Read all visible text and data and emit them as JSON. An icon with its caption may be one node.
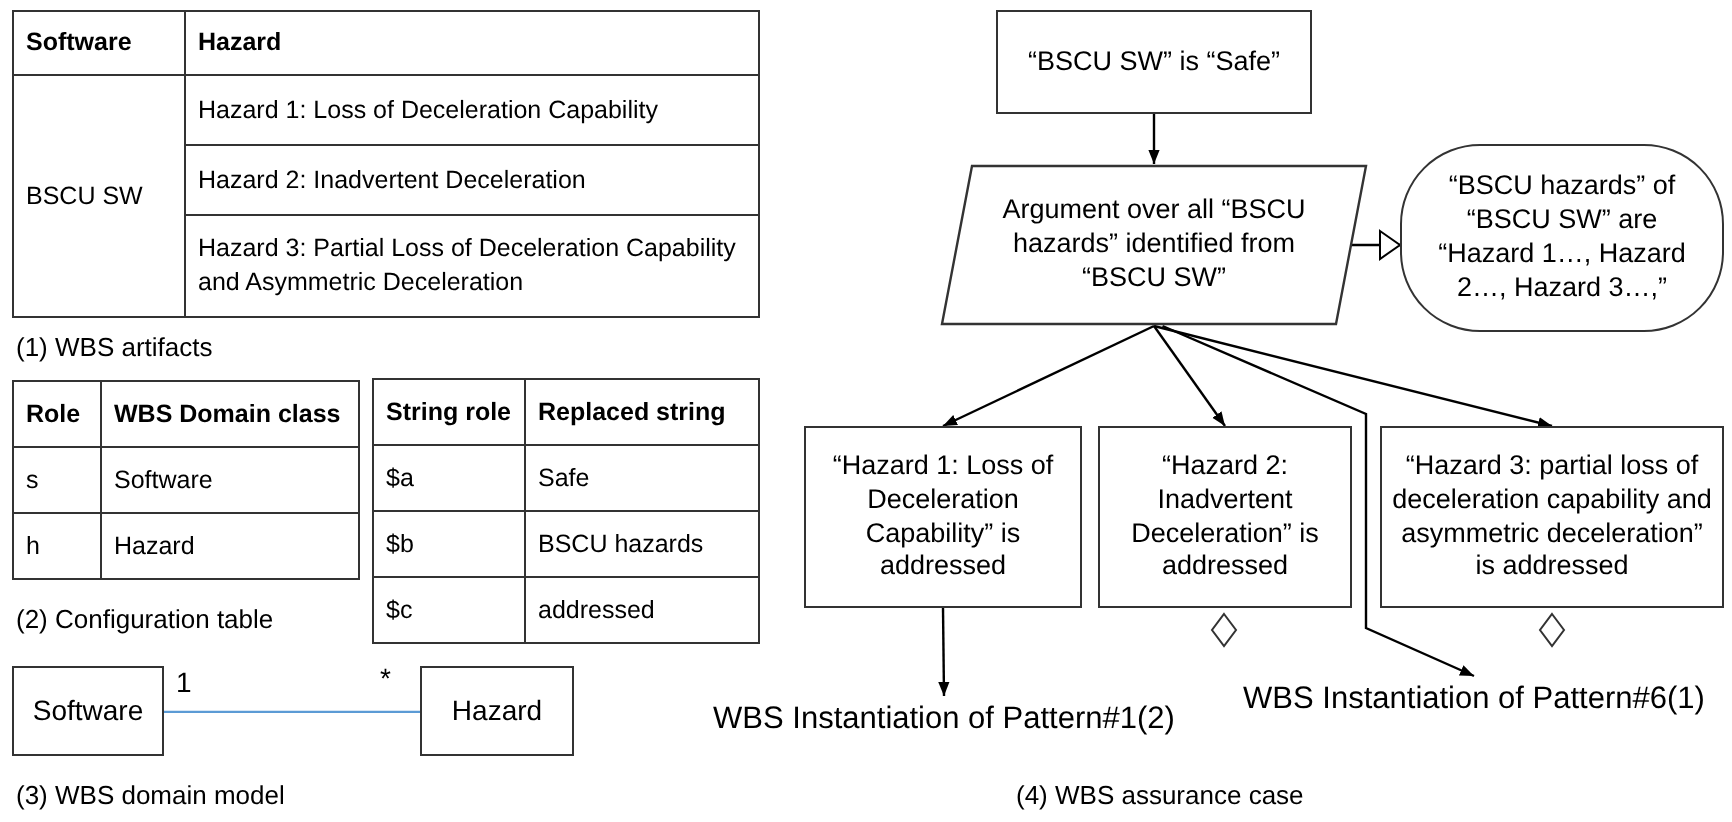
{
  "diagram": {
    "nodes": [
      {
        "text": [
          "Software"
        ]
      },
      {
        "text": [
          "Hazard"
        ]
      },
      {
        "text": [
          "“BSCU SW” is “Safe”"
        ]
      },
      {
        "text": [
          "Argument over all “BSCU hazards” identified from “BSCU SW”"
        ]
      },
      {
        "text": [
          "“BSCU hazards” of “BSCU SW” are “Hazard 1…, Hazard 2…, Hazard 3…,”"
        ]
      },
      {
        "text": [
          "“Hazard 1: Loss of Deceleration Capability” is addressed"
        ]
      },
      {
        "text": [
          "“Hazard 2: Inadvertent Deceleration” is addressed"
        ]
      },
      {
        "text": [
          "“Hazard 3: partial loss of deceleration capability and asymmetric deceleration” is addressed"
        ]
      },
      {
        "text": [
          "WBS Instantiation of Pattern#1(2)"
        ]
      },
      {
        "text": [
          "WBS Instantiation of Pattern#6(1)"
        ]
      }
    ],
    "edges": [
      {
        "from": 0,
        "to": 1,
        "arrow": "none",
        "color": "#5b9bd5"
      },
      {
        "from": 2,
        "to": 3,
        "arrow": "to"
      },
      {
        "from": 3,
        "to": 4,
        "arrow": "to"
      },
      {
        "from": 3,
        "to": 5,
        "arrow": "to"
      },
      {
        "from": 3,
        "to": 6,
        "arrow": "to"
      },
      {
        "from": 3,
        "to": 7,
        "arrow": "to"
      },
      {
        "from": 3,
        "to": 9,
        "arrow": "to"
      },
      {
        "from": 5,
        "to": 8,
        "arrow": "to"
      }
    ],
    "labels": [
      "Software",
      "Hazard",
      "BSCU SW",
      "Hazard 1: Loss of Deceleration Capability",
      "Hazard 2: Inadvertent Deceleration",
      "Hazard 3: Partial Loss of Deceleration Capability and Asymmetric Deceleration",
      "(1) WBS artifacts",
      "Role",
      "WBS Domain class",
      "s",
      "Software",
      "h",
      "Hazard",
      "(2) Configuration table",
      "String role",
      "Replaced string",
      "$a",
      "Safe",
      "$b",
      "BSCU hazards",
      "$c",
      "addressed",
      "1",
      "*",
      "(3) WBS domain model",
      "(4) WBS assurance case"
    ]
  }
}
